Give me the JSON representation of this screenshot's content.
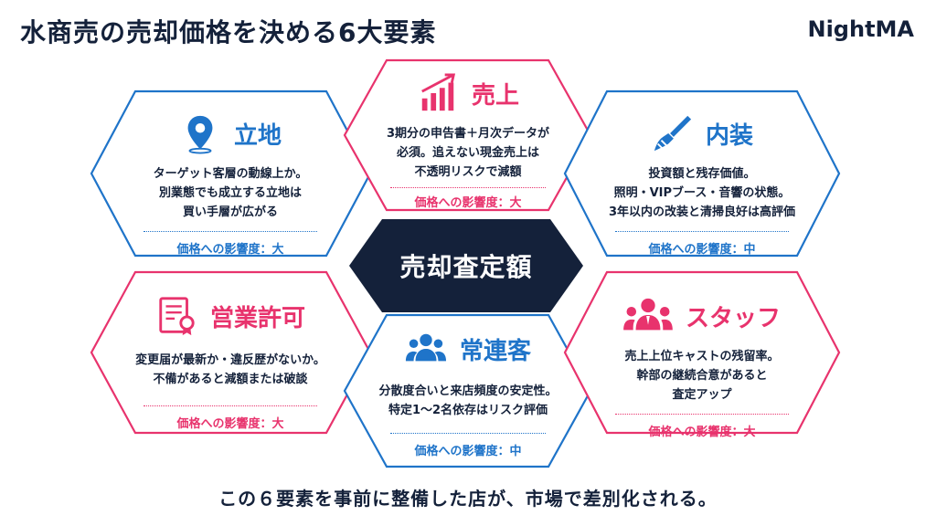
{
  "header": {
    "title": "水商売の売却価格を決める6大要素",
    "brand": "NightMA"
  },
  "center": {
    "label": "売却査定額"
  },
  "factors": {
    "location": {
      "title": "立地",
      "lines": [
        "ターゲット客層の動線上か。",
        "別業態でも成立する立地は",
        "買い手層が広がる"
      ],
      "impact": "価格への影響度：大",
      "icon": "map-pin-icon"
    },
    "sales": {
      "title": "売上",
      "lines": [
        "3期分の申告書＋月次データが",
        "必須。追えない現金売上は",
        "不透明リスクで減額"
      ],
      "impact": "価格への影響度：大",
      "icon": "growth-chart-icon"
    },
    "interior": {
      "title": "内装",
      "lines": [
        "投資額と残存価値。",
        "照明・VIPブース・音響の状態。",
        "3年以内の改装と清掃良好は高評価"
      ],
      "impact": "価格への影響度：中",
      "icon": "paint-brush-icon"
    },
    "license": {
      "title": "営業許可",
      "lines": [
        "変更届が最新か・違反歴がないか。",
        "不備があると減額または破談"
      ],
      "impact": "価格への影響度：大",
      "icon": "certificate-icon"
    },
    "regulars": {
      "title": "常連客",
      "lines": [
        "分散度合いと来店頻度の安定性。",
        "特定1〜2名依存はリスク評価"
      ],
      "impact": "価格への影響度：中",
      "icon": "users-icon"
    },
    "staff": {
      "title": "スタッフ",
      "lines": [
        "売上上位キャストの残留率。",
        "幹部の継続合意があると",
        "査定アップ"
      ],
      "impact": "価格への影響度：大",
      "icon": "staff-group-icon"
    }
  },
  "footer": {
    "text": "この６要素を事前に整備した店が、市場で差別化される。"
  },
  "colors": {
    "blue": "#1f74c9",
    "pink": "#e8336d",
    "navy": "#14213a"
  }
}
